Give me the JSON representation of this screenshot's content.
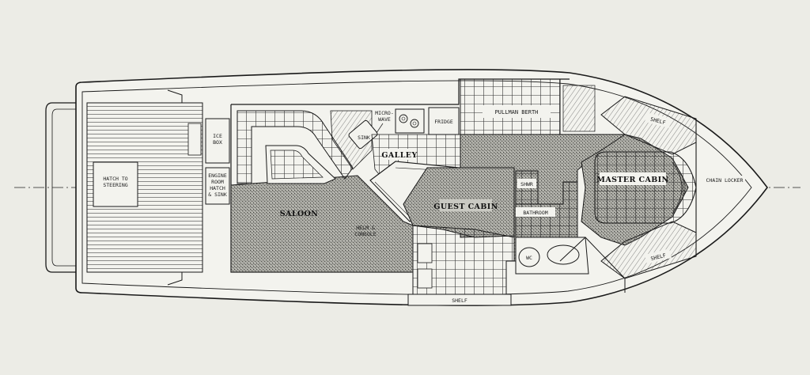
{
  "labels": {
    "ice_box_1": "ICE",
    "ice_box_2": "BOX",
    "hatch_steering_1": "HATCH TO",
    "hatch_steering_2": "STEERING",
    "engine_room_1": "ENGINE",
    "engine_room_2": "ROOM",
    "engine_room_3": "HATCH",
    "engine_room_4": "& SINK",
    "micro_wave_1": "MICRO-",
    "micro_wave_2": "WAVE",
    "fridge": "FRIDGE",
    "sink": "SINK",
    "galley": "GALLEY",
    "pullman_berth": "PULLMAN BERTH",
    "saloon": "SALOON",
    "helm_console_1": "HELM &",
    "helm_console_2": "CONSOLE",
    "guest_cabin": "GUEST CABIN",
    "shwr": "SHWR",
    "bathroom": "BATHROOM",
    "wc": "WC",
    "master_cabin": "MASTER CABIN",
    "shelf_top": "SHELF",
    "shelf_bottom": "SHELF",
    "shelf_guest": "SHELF",
    "chain_locker": "CHAIN LOCKER"
  },
  "colors": {
    "background": "#ecece6",
    "line": "#1a1a1a",
    "carpet": "#9a9a94",
    "hull_fill": "#f3f3ee"
  }
}
